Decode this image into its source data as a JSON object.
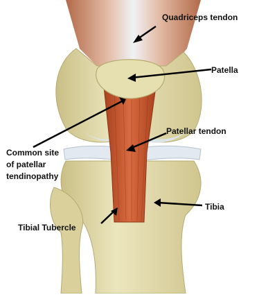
{
  "labels": {
    "quadriceps_tendon": "Quadriceps tendon",
    "patella": "Patella",
    "patellar_tendon": "Patellar tendon",
    "common_site_line1": "Common site",
    "common_site_line2": "of patellar",
    "common_site_line3": "tendinopathy",
    "tibia": "Tibia",
    "tibial_tubercle": "Tibial Tubercle"
  },
  "colors": {
    "bone": "#e6dfb0",
    "bone_shadow": "#c9bf86",
    "cartilage": "#dde5ee",
    "tendon": "#c8552e",
    "tendon_dark": "#9a3a1c",
    "muscle": "#c0704d",
    "quad_tendon": "#e8ecf0",
    "arrow": "#000000"
  }
}
